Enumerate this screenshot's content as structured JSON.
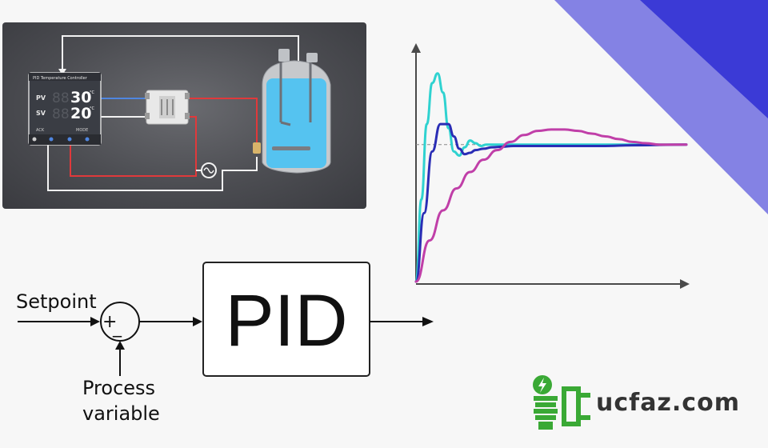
{
  "controller": {
    "title": "PID Temperature Controller",
    "pv_label": "PV",
    "sv_label": "SV",
    "pv_value": "30",
    "sv_value": "20",
    "unit": "°C",
    "left_key": "ACK",
    "right_key": "MODE"
  },
  "block_diagram": {
    "input_label": "Setpoint",
    "plus_sign": "+",
    "minus_sign": "_",
    "feedback_label_line1": "Process",
    "feedback_label_line2": "variable",
    "block_label": "PID"
  },
  "chart_data": {
    "type": "line",
    "title": "",
    "xlabel": "",
    "ylabel": "",
    "setpoint_y": 1.0,
    "xlim": [
      0,
      10
    ],
    "ylim": [
      0,
      1.6
    ],
    "series": [
      {
        "color": "#2fd2d0",
        "x": [
          0,
          0.2,
          0.4,
          0.6,
          0.8,
          1.0,
          1.2,
          1.4,
          1.6,
          1.8,
          2.0,
          2.2,
          2.4,
          2.6,
          2.8,
          3.0,
          3.3,
          3.6,
          4.0,
          5,
          6,
          7,
          8,
          10
        ],
        "y": [
          0,
          0.6,
          1.15,
          1.45,
          1.52,
          1.38,
          1.12,
          0.95,
          0.92,
          0.98,
          1.03,
          1.01,
          0.99,
          1.0,
          1.0,
          1.0,
          1.0,
          1.0,
          1.0,
          1.0,
          1.0,
          1.0,
          1.0,
          1.0
        ]
      },
      {
        "color": "#2a2db5",
        "x": [
          0,
          0.3,
          0.6,
          0.9,
          1.2,
          1.4,
          1.6,
          1.8,
          2.0,
          2.2,
          2.5,
          2.8,
          3.2,
          3.6,
          4.0,
          5,
          6,
          7,
          8,
          10
        ],
        "y": [
          0,
          0.5,
          0.95,
          1.15,
          1.15,
          1.06,
          0.97,
          0.93,
          0.94,
          0.96,
          0.97,
          0.98,
          0.985,
          0.99,
          0.99,
          0.99,
          0.99,
          0.99,
          0.995,
          1.0
        ]
      },
      {
        "color": "#c03fa8",
        "x": [
          0,
          0.5,
          1.0,
          1.5,
          2.0,
          2.5,
          3.0,
          3.5,
          4.0,
          4.5,
          5.0,
          5.5,
          6.0,
          6.5,
          7.0,
          7.5,
          8.0,
          8.5,
          9.0,
          10
        ],
        "y": [
          0,
          0.3,
          0.52,
          0.68,
          0.8,
          0.89,
          0.96,
          1.02,
          1.07,
          1.1,
          1.11,
          1.11,
          1.1,
          1.08,
          1.06,
          1.04,
          1.02,
          1.01,
          1.0,
          1.0
        ]
      }
    ]
  },
  "brand": {
    "text": "ucfaz.com",
    "green": "#3aa935",
    "accent_blue": "#3a3ad4",
    "accent_lilac": "#8583e6"
  }
}
